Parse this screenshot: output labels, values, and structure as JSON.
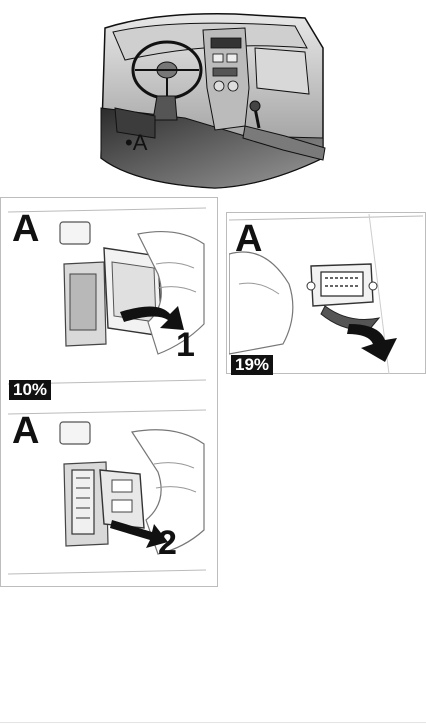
{
  "overview": {
    "marker_label": "•A"
  },
  "panels": {
    "left": {
      "top": {
        "letter": "A",
        "step_number": "1",
        "percent_label": "10%"
      },
      "bottom": {
        "letter": "A",
        "step_number": "2"
      }
    },
    "right": {
      "letter": "A",
      "percent_label": "19%"
    }
  },
  "colors": {
    "ink": "#111111",
    "shade_dark": "#4a4a4a",
    "shade_light": "#d6d6d6",
    "frame": "#bdbdbd"
  }
}
